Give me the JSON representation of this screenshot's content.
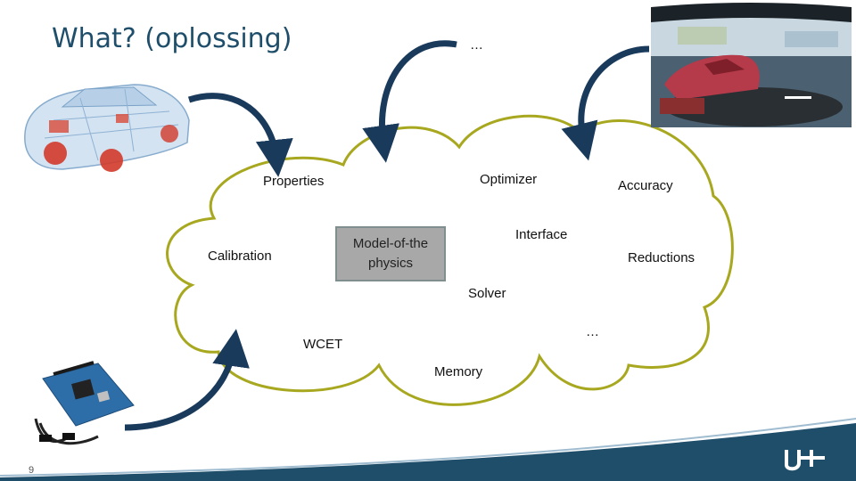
{
  "slide": {
    "title": "What? (oplossing)",
    "top_ellipsis": "…",
    "slide_number": "9"
  },
  "diagram": {
    "central_box": "Model-of-the physics",
    "labels": {
      "properties": "Properties",
      "optimizer": "Optimizer",
      "accuracy": "Accuracy",
      "interface": "Interface",
      "calibration": "Calibration",
      "reductions": "Reductions",
      "solver": "Solver",
      "ellipsis": "…",
      "wcet": "WCET",
      "memory": "Memory"
    }
  },
  "colors": {
    "title": "#1f4e6b",
    "cloud_stroke": "#a8a820",
    "arrow": "#1a3a5c",
    "footer_wave": "#1f4e6b",
    "box_fill": "#a8a8a8"
  },
  "icons": {
    "car_model": "car-xray-illustration",
    "simulator": "driving-simulator-photo",
    "board": "embedded-board-photo",
    "logo": "university-logo"
  }
}
